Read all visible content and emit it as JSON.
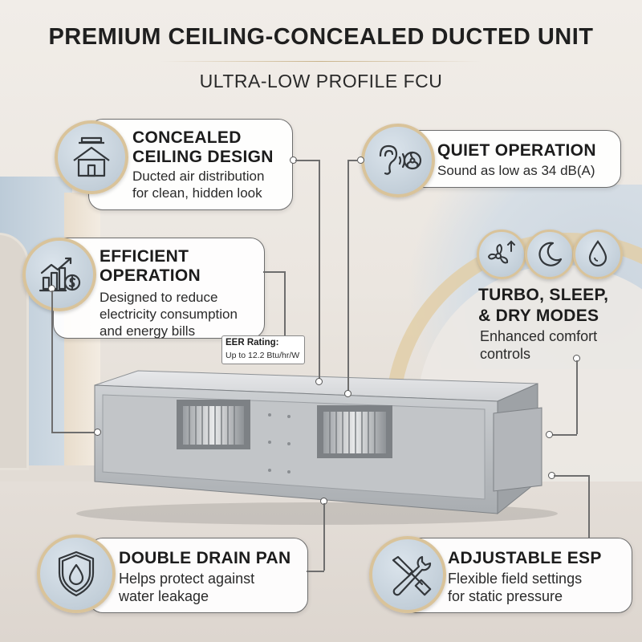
{
  "header": {
    "title": "PREMIUM CEILING-CONCEALED DUCTED UNIT",
    "subtitle": "ULTRA-LOW PROFILE FCU"
  },
  "features": {
    "concealed": {
      "title_line1": "CONCEALED",
      "title_line2": "CEILING DESIGN",
      "desc_line1": "Ducted air distribution",
      "desc_line2": "for clean, hidden look",
      "icon": "house-ceiling-icon"
    },
    "quiet": {
      "title": "QUIET OPERATION",
      "desc": "Sound as low as 34 dB(A)",
      "icon": "ear-fan-icon"
    },
    "efficient": {
      "title_line1": "EFFICIENT",
      "title_line2": "OPERATION",
      "desc_line1": "Designed to reduce",
      "desc_line2": "electricity consumption",
      "desc_line3": "and energy bills",
      "icon": "growth-chart-dollar-icon",
      "eer_label": "EER Rating:",
      "eer_value": "Up to 12.2 Btu/hr/W"
    },
    "modes": {
      "title_line1": "TURBO, SLEEP,",
      "title_line2": "& DRY MODES",
      "desc_line1": "Enhanced comfort",
      "desc_line2": "controls",
      "icons": [
        "turbo-fan-icon",
        "moon-icon",
        "droplet-icon"
      ]
    },
    "drain": {
      "title": "DOUBLE DRAIN PAN",
      "desc_line1": "Helps protect against",
      "desc_line2": "water leakage",
      "icon": "shield-droplet-icon"
    },
    "esp": {
      "title": "ADJUSTABLE ESP",
      "desc_line1": "Flexible field settings",
      "desc_line2": "for static pressure",
      "icon": "screwdriver-wrench-icon"
    }
  },
  "colors": {
    "accent_gold": "#d9c39a",
    "icon_blue": "#c3cfd9",
    "text_dark": "#1c1c1c",
    "unit_silver": "#b9bcc0"
  }
}
